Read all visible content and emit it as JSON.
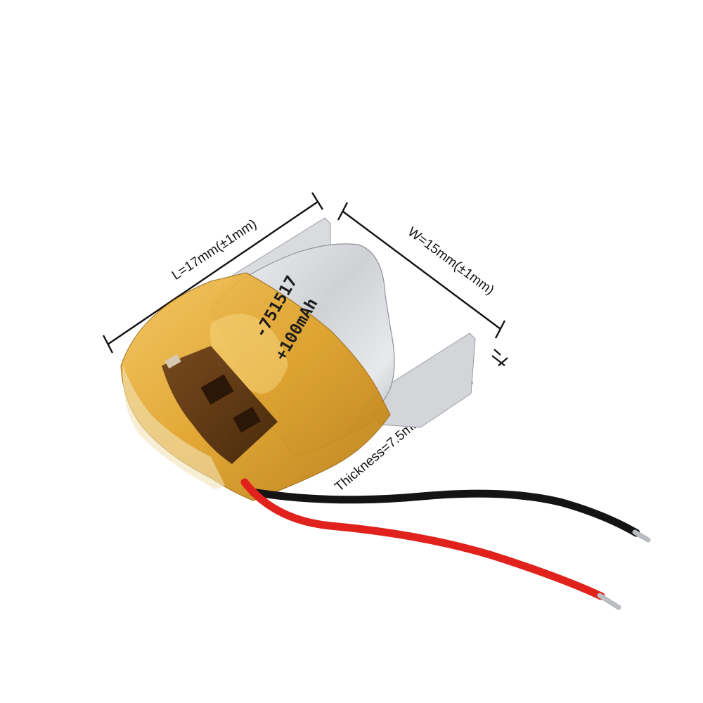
{
  "dimensions": {
    "length": "L=17mm(±1mm)",
    "width": "W=15mm(±1mm)",
    "thickness": "Thickness=7.5mm（±0.4mm)"
  },
  "battery_marking": {
    "model": "-751517",
    "capacity": "+100mAh"
  },
  "colors": {
    "background": "#ffffff",
    "foil": "#c9cbcf",
    "kapton_tape": "#e2a62a",
    "red_wire": "#e1221c",
    "black_wire": "#141414",
    "dimension_lines": "#111111"
  }
}
